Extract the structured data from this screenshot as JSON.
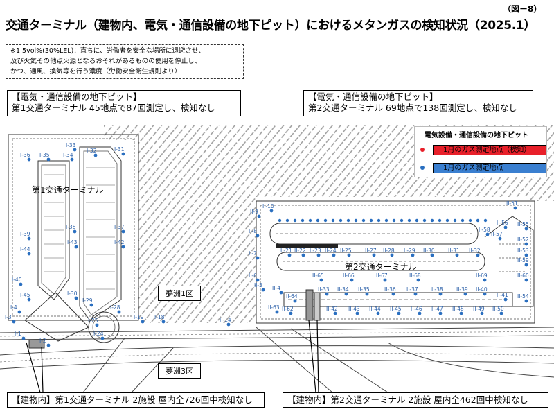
{
  "figure_number": "（図－8）",
  "title": "交通ターミナル（建物内、電気・通信設備の地下ピット）におけるメタンガスの検知状況（2025.1）",
  "note": "※1.5vol%(30%LEL)：直ちに、労働者を安全な場所に退避させ、\n及び火気その他点火源となるおそれがあるものの使用を停止し、\nかつ、通風、換気等を行う濃度（労働安全衛生規則より）",
  "callouts": {
    "pit_t1_head": "【電気・通信設備の地下ピット】",
    "pit_t1_body": "第1交通ターミナル 45地点で87回測定し、検知なし",
    "pit_t2_head": "【電気・通信設備の地下ピット】",
    "pit_t2_body": "第2交通ターミナル 69地点で138回測定し、検知なし",
    "bld_t1": "【建物内】第1交通ターミナル 2施設 屋内全726回中検知なし",
    "bld_t2": "【建物内】第2交通ターミナル 2施設 屋内全462回中検知なし"
  },
  "legend": {
    "title": "電気設備・通信設備の地下ピット",
    "items": [
      {
        "label": "1月のガス測定地点（検知）",
        "dot_color": "#e8202a",
        "box_color": "#e8202a"
      },
      {
        "label": "1月のガス測定地点",
        "dot_color": "#2a6fc0",
        "box_color": "#3a7fd0"
      }
    ]
  },
  "map_labels": {
    "terminal1": "第1交通ターミナル",
    "terminal2": "第2交通ターミナル",
    "yumenoshima1": "夢洲1区",
    "yumenoshima3": "夢洲3区"
  },
  "colors": {
    "measure_point": "#2a6fc0",
    "detected_point": "#e8202a",
    "line": "#333333"
  },
  "point_labels": [
    "I-33",
    "I-32",
    "I-31",
    "I-36",
    "I-35",
    "I-34",
    "I-38",
    "I-37",
    "I-39",
    "I-43",
    "I-42",
    "I-44",
    "I-40",
    "I-45",
    "I-30",
    "I-29",
    "I-28",
    "I-25",
    "I-24",
    "I-19",
    "I-18",
    "I-3",
    "I-4",
    "I-1",
    "I-2",
    "II-10",
    "II-9",
    "II-8",
    "II-7",
    "II-6",
    "II-5",
    "II-4",
    "II-63",
    "II-62",
    "II-64",
    "II-14",
    "II-21",
    "II-22",
    "II-23",
    "II-24",
    "II-25",
    "II-27",
    "II-28",
    "II-29",
    "II-30",
    "II-31",
    "II-32",
    "II-65",
    "II-66",
    "II-67",
    "II-68",
    "II-69",
    "II-55",
    "II-56",
    "II-57",
    "II-58",
    "II-59",
    "II-60",
    "II-33",
    "II-34",
    "II-35",
    "II-36",
    "II-37",
    "II-38",
    "II-39",
    "II-40",
    "II-41",
    "II-42",
    "II-43",
    "II-44",
    "II-45",
    "II-46",
    "II-47",
    "II-48",
    "II-49",
    "II-50",
    "II-51",
    "II-52",
    "II-53",
    "II-54"
  ]
}
